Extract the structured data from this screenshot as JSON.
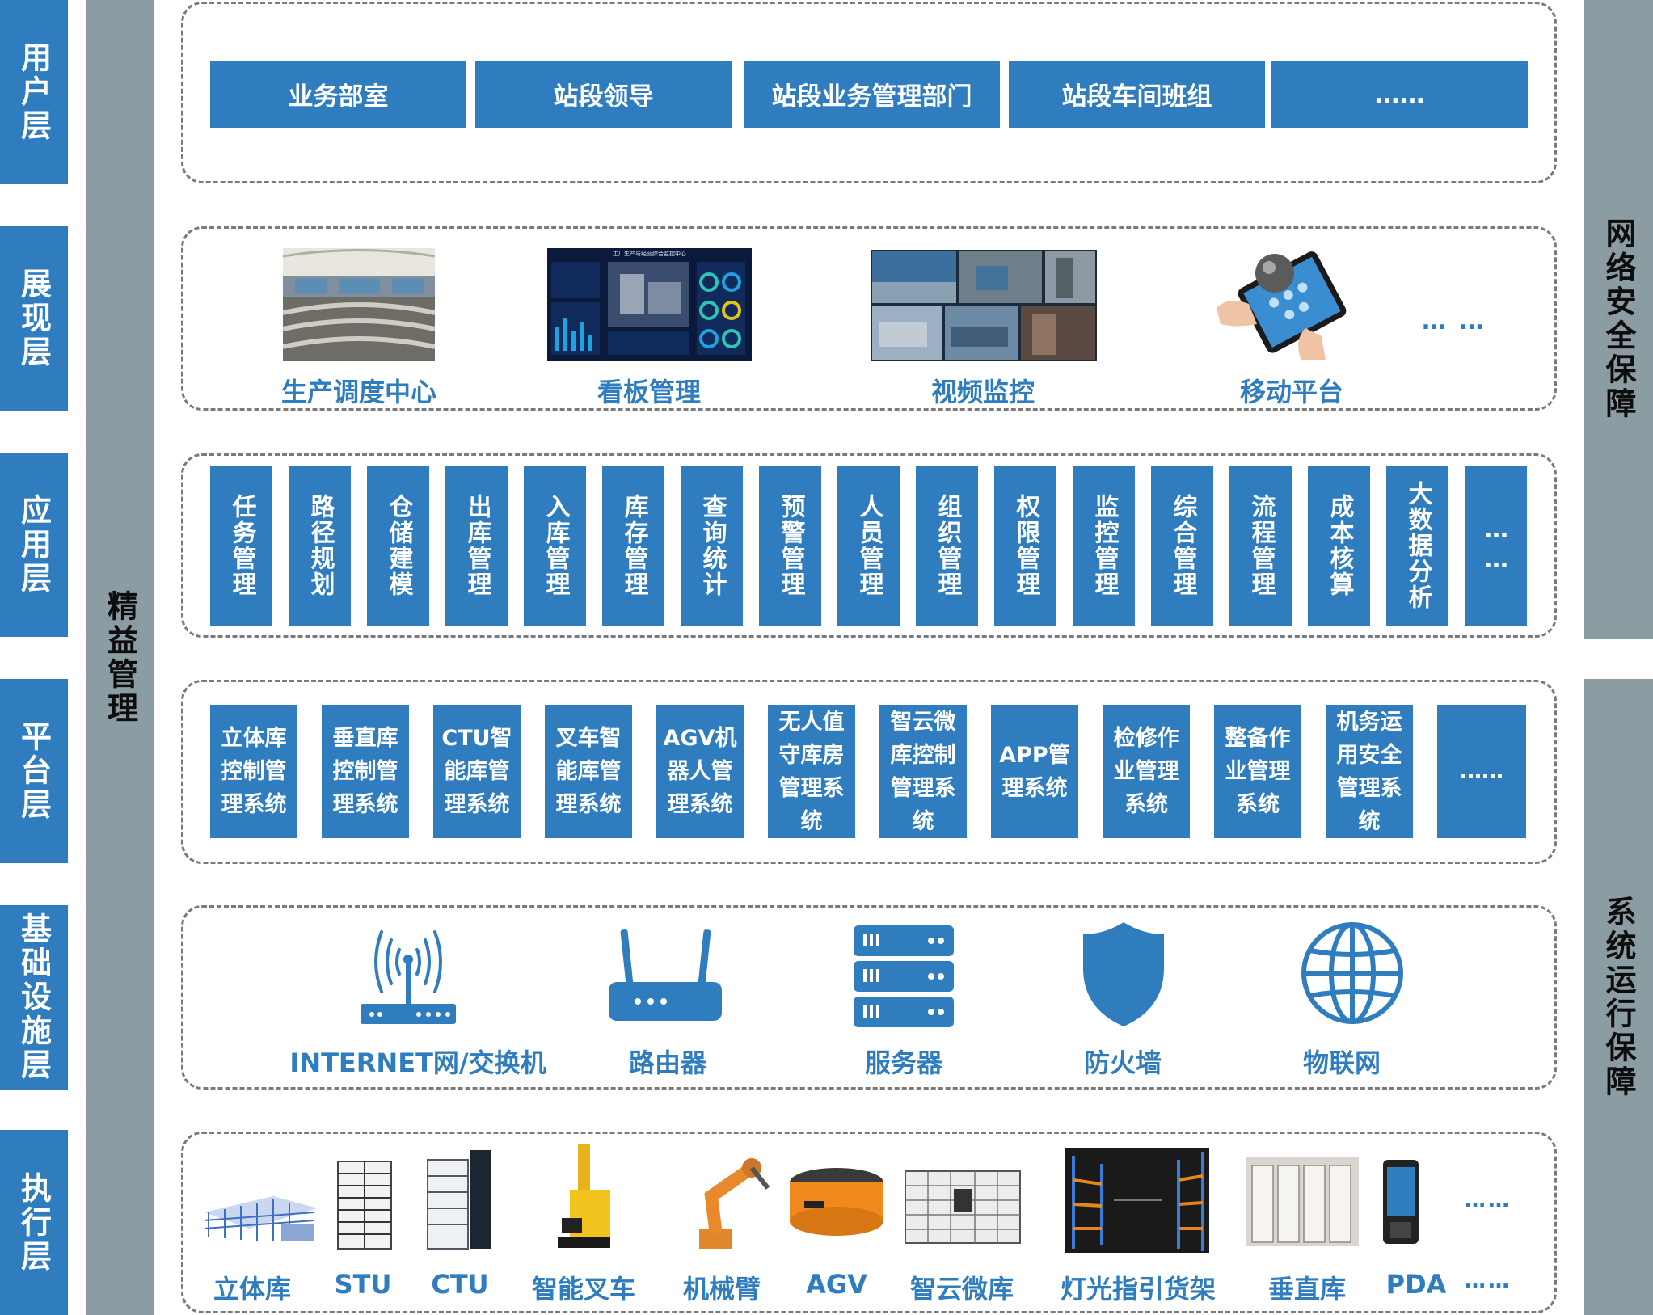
{
  "layers": {
    "user": "用户层",
    "display": "展现层",
    "application": "应用层",
    "platform": "平台层",
    "infrastructure": "基础设施层",
    "execution": "执行层"
  },
  "side": {
    "lean": "精益管理",
    "network_security": "网络安全保障",
    "system_operation": "系统运行保障"
  },
  "user_layer": [
    "业务部室",
    "站段领导",
    "站段业务管理部门",
    "站段车间班组",
    "……"
  ],
  "display_layer": {
    "items": [
      "生产调度中心",
      "看板管理",
      "视频监控",
      "移动平台"
    ],
    "more": "… …",
    "dashboard_title": "工厂生产与经营综合监控中心"
  },
  "application_layer": [
    "任务管理",
    "路径规划",
    "仓储建模",
    "出库管理",
    "入库管理",
    "库存管理",
    "查询统计",
    "预警管理",
    "人员管理",
    "组织管理",
    "权限管理",
    "监控管理",
    "综合管理",
    "流程管理",
    "成本核算",
    "大数据分析",
    "……"
  ],
  "platform_layer": [
    "立体库控制管理系统",
    "垂直库控制管理系统",
    "CTU智能库管理系统",
    "叉车智能库管理系统",
    "AGV机器人管理系统",
    "无人值守库房管理系统",
    "智云微库控制管理系统",
    "APP管理系统",
    "检修作业管理系统",
    "整备作业管理系统",
    "机务运用安全管理系统",
    "……"
  ],
  "infrastructure_layer": {
    "items": [
      "INTERNET网/交换机",
      "路由器",
      "服务器",
      "防火墙",
      "物联网"
    ],
    "icons": [
      "wifi-router-icon",
      "router-icon",
      "server-icon",
      "shield-icon",
      "globe-icon"
    ]
  },
  "execution_layer": {
    "items": [
      "立体库",
      "STU",
      "CTU",
      "智能叉车",
      "机械臂",
      "AGV",
      "智云微库",
      "灯光指引货架",
      "垂直库",
      "PDA"
    ],
    "more_top": "……",
    "more_bottom": "……"
  },
  "colors": {
    "primary_blue": "#2f7dbf",
    "side_gray": "#8c9ca3",
    "dashed_border": "#7a7a7a"
  }
}
